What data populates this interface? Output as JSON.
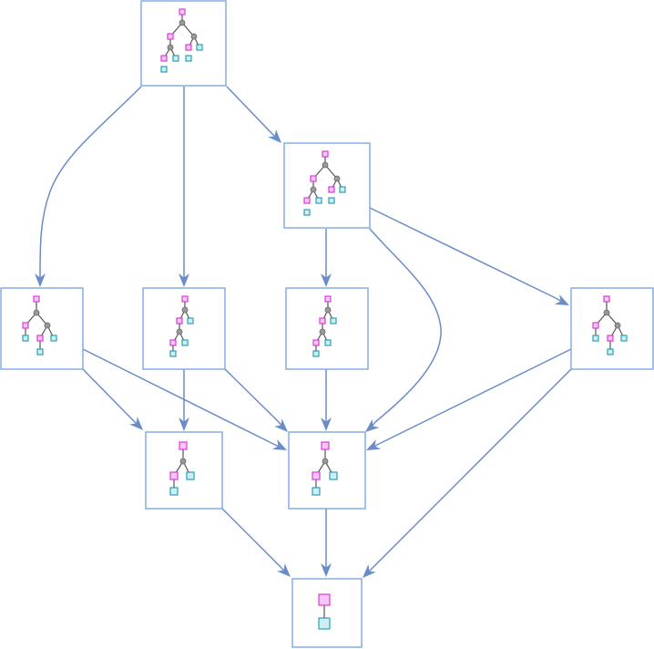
{
  "diagram": {
    "type": "directed-graph",
    "node_kind": "tree",
    "colors": {
      "edge": "#6a8cc8",
      "node_border": "#7ba8e0",
      "leaf_a_fill": "#f8c6f6",
      "leaf_a_stroke": "#d63fd6",
      "leaf_b_fill": "#cdeff4",
      "leaf_b_stroke": "#2f9fb1",
      "joint": "#999999"
    },
    "nodes": [
      {
        "id": "n1"
      },
      {
        "id": "n2"
      },
      {
        "id": "n3"
      },
      {
        "id": "n4"
      },
      {
        "id": "n5"
      },
      {
        "id": "n6"
      },
      {
        "id": "n7"
      },
      {
        "id": "n8"
      },
      {
        "id": "n9"
      }
    ],
    "edges": [
      {
        "from": "n1",
        "to": "n3"
      },
      {
        "from": "n1",
        "to": "n4"
      },
      {
        "from": "n1",
        "to": "n2"
      },
      {
        "from": "n2",
        "to": "n5"
      },
      {
        "from": "n2",
        "to": "n8"
      },
      {
        "from": "n2",
        "to": "n6"
      },
      {
        "from": "n3",
        "to": "n7"
      },
      {
        "from": "n3",
        "to": "n8"
      },
      {
        "from": "n4",
        "to": "n7"
      },
      {
        "from": "n4",
        "to": "n8"
      },
      {
        "from": "n5",
        "to": "n8"
      },
      {
        "from": "n6",
        "to": "n8"
      },
      {
        "from": "n6",
        "to": "n9"
      },
      {
        "from": "n7",
        "to": "n9"
      },
      {
        "from": "n8",
        "to": "n9"
      }
    ]
  }
}
